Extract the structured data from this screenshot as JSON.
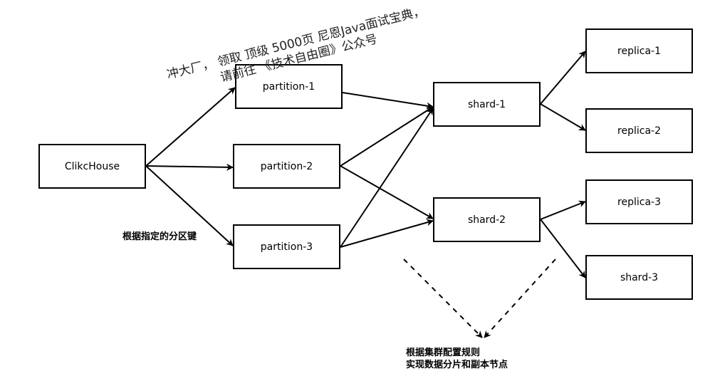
{
  "nodes": {
    "source": "ClikcHouse",
    "partition_1": "partition-1",
    "partition_2": "partition-2",
    "partition_3": "partition-3",
    "shard_1": "shard-1",
    "shard_2": "shard-2",
    "replica_1": "replica-1",
    "replica_2": "replica-2",
    "replica_3": "replica-3",
    "shard_3": "shard-3"
  },
  "notes": {
    "partition_key": "根据指定的分区键",
    "cluster_rule_line1": "根据集群配置规则",
    "cluster_rule_line2": "实现数据分片和副本节点"
  },
  "watermark": {
    "line1": "冲大厂， 领取 顶级  5000页 尼恩Java面试宝典，",
    "line2": "请前往 《技术自由圈》公众号"
  },
  "colors": {
    "stroke": "#000000",
    "background": "#ffffff"
  }
}
